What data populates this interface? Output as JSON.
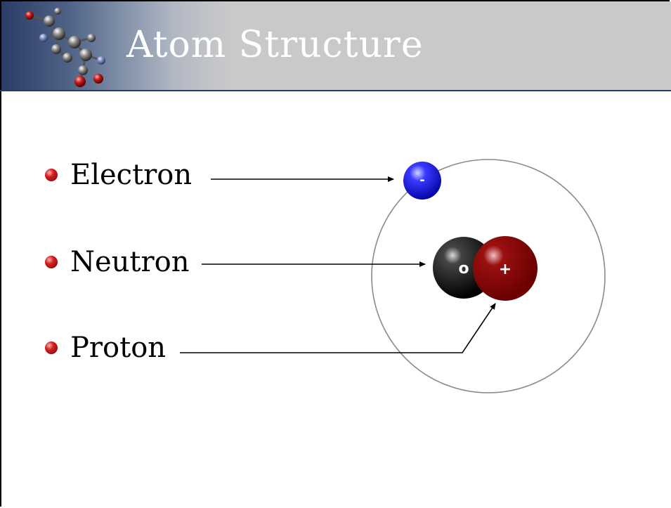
{
  "slide": {
    "title": "Atom Structure"
  },
  "bullets": [
    {
      "label": "Electron"
    },
    {
      "label": "Neutron"
    },
    {
      "label": "Proton"
    }
  ],
  "particles": {
    "electron": {
      "sign": "-",
      "color": "#1818e8"
    },
    "neutron": {
      "sign": "o",
      "color": "#000000"
    },
    "proton": {
      "sign": "+",
      "color": "#8b0000"
    }
  },
  "icons": {
    "header_logo": "molecule-icon",
    "bullet": "red-sphere-bullet-icon"
  }
}
